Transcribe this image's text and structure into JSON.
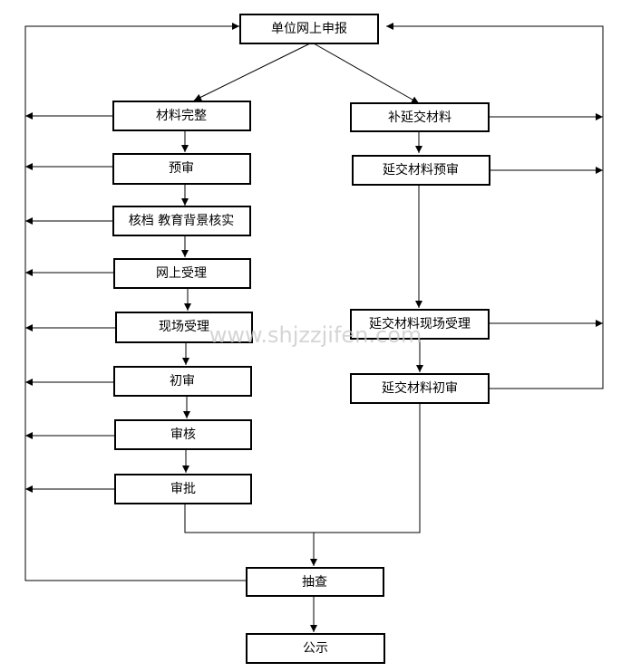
{
  "nodes": {
    "report": "单位网上申报",
    "complete": "材料完整",
    "supplement": "补延交材料",
    "prereview": "预审",
    "late_prereview": "延交材料预审",
    "archive_check": "核档 教育背景核实",
    "online_accept": "网上受理",
    "onsite_accept": "现场受理",
    "late_onsite": "延交材料现场受理",
    "first_review": "初审",
    "late_first_review": "延交材料初审",
    "audit": "审核",
    "approve": "审批",
    "spot_check": "抽查",
    "publicity": "公示"
  },
  "watermark": "www.shjzzjifen.com"
}
